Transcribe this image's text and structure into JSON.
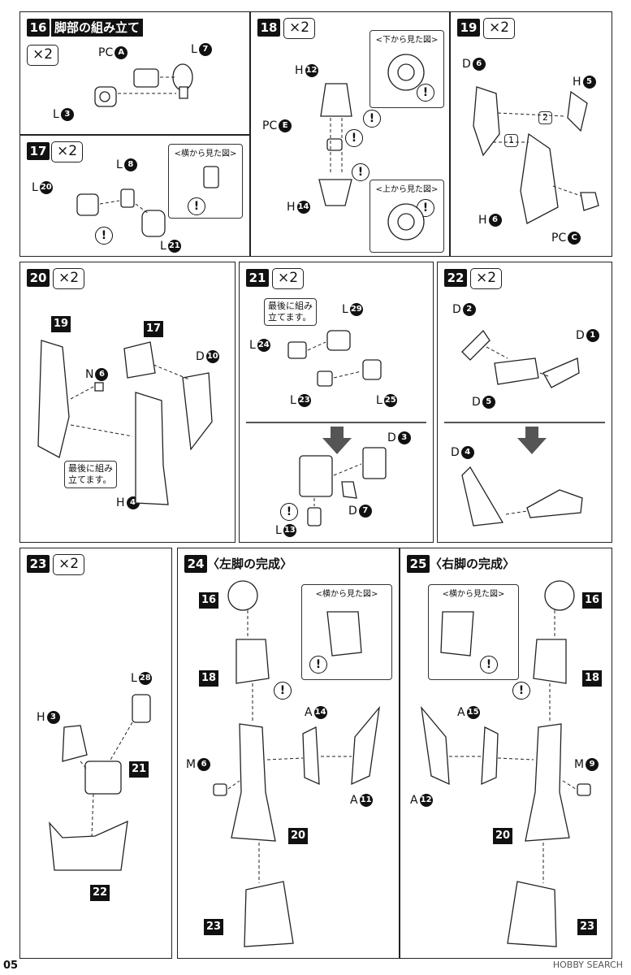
{
  "page_number": "05",
  "watermark": "HOBBY SEARCH",
  "common": {
    "times2": "×2",
    "warn": "!"
  },
  "s16": {
    "num": "16",
    "title": "脚部の組み立て",
    "pc": "PC",
    "pc_id": "A",
    "l3": "L",
    "l3_id": "3",
    "l7": "L",
    "l7_id": "7"
  },
  "s17": {
    "num": "17",
    "l20": "L",
    "l20_id": "20",
    "l8": "L",
    "l8_id": "8",
    "l21": "L",
    "l21_id": "21",
    "view": "<横から見た図>"
  },
  "s18": {
    "num": "18",
    "h12": "H",
    "h12_id": "12",
    "pce": "PC",
    "pce_id": "E",
    "h14": "H",
    "h14_id": "14",
    "view_bottom": "<下から見た図>",
    "view_top": "<上から見た図>"
  },
  "s19": {
    "num": "19",
    "d6": "D",
    "d6_id": "6",
    "h5": "H",
    "h5_id": "5",
    "h6": "H",
    "h6_id": "6",
    "pcc": "PC",
    "pcc_id": "C",
    "n1": "1",
    "n2": "2"
  },
  "s20": {
    "num": "20",
    "ref19": "19",
    "ref17": "17",
    "d10": "D",
    "d10_id": "10",
    "n6": "N",
    "n6_id": "6",
    "h4": "H",
    "h4_id": "4",
    "note": "最後に組み\n立てます。"
  },
  "s21": {
    "num": "21",
    "note": "最後に組み\n立てます。",
    "l29": "L",
    "l29_id": "29",
    "l24": "L",
    "l24_id": "24",
    "l23": "L",
    "l23_id": "23",
    "l25": "L",
    "l25_id": "25",
    "d3": "D",
    "d3_id": "3",
    "d7": "D",
    "d7_id": "7",
    "l13": "L",
    "l13_id": "13"
  },
  "s22": {
    "num": "22",
    "d2": "D",
    "d2_id": "2",
    "d1": "D",
    "d1_id": "1",
    "d5": "D",
    "d5_id": "5",
    "d4": "D",
    "d4_id": "4"
  },
  "s23": {
    "num": "23",
    "l28": "L",
    "l28_id": "28",
    "h3": "H",
    "h3_id": "3",
    "ref21": "21",
    "ref22": "22"
  },
  "s24": {
    "num": "24",
    "title": "〈左脚の完成〉",
    "ref16": "16",
    "ref18": "18",
    "a14": "A",
    "a14_id": "14",
    "m6": "M",
    "m6_id": "6",
    "a11": "A",
    "a11_id": "11",
    "ref20": "20",
    "ref23": "23",
    "view": "<横から見た図>"
  },
  "s25": {
    "num": "25",
    "title": "〈右脚の完成〉",
    "ref16": "16",
    "ref18": "18",
    "a15": "A",
    "a15_id": "15",
    "m9": "M",
    "m9_id": "9",
    "a12": "A",
    "a12_id": "12",
    "ref20": "20",
    "ref23": "23",
    "view": "<横から見た図>"
  }
}
